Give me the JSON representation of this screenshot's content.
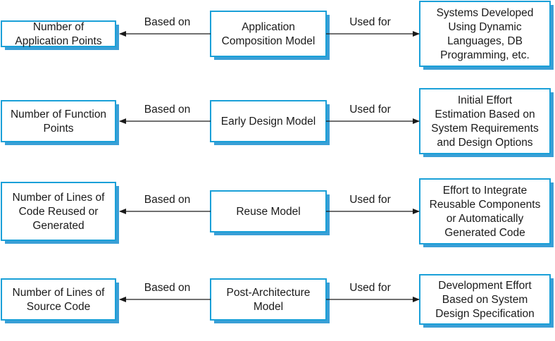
{
  "rows": [
    {
      "source": [
        "Number of",
        "Application Points"
      ],
      "model": [
        "Application",
        "Composition Model"
      ],
      "usage": [
        "Systems Developed",
        "Using Dynamic",
        "Languages, DB",
        "Programming, etc."
      ],
      "based_on": "Based on",
      "used_for": "Used for"
    },
    {
      "source": [
        "Number of Function",
        "Points"
      ],
      "model": [
        "Early Design Model"
      ],
      "usage": [
        "Initial Effort",
        "Estimation Based on",
        "System Requirements",
        "and Design Options"
      ],
      "based_on": "Based on",
      "used_for": "Used for"
    },
    {
      "source": [
        "Number of Lines of",
        "Code Reused or",
        "Generated"
      ],
      "model": [
        "Reuse Model"
      ],
      "usage": [
        "Effort to Integrate",
        "Reusable Components",
        "or Automatically",
        "Generated Code"
      ],
      "based_on": "Based on",
      "used_for": "Used for"
    },
    {
      "source": [
        "Number of Lines of",
        "Source Code"
      ],
      "model": [
        "Post-Architecture",
        "Model"
      ],
      "usage": [
        "Development Effort",
        "Based on System",
        "Design Specification"
      ],
      "based_on": "Based on",
      "used_for": "Used for"
    }
  ],
  "colors": {
    "box_border": "#1aa0d8",
    "box_shadow": "#3a9fd6",
    "arrow": "#1a1a1a",
    "text": "#1a1a1a"
  }
}
